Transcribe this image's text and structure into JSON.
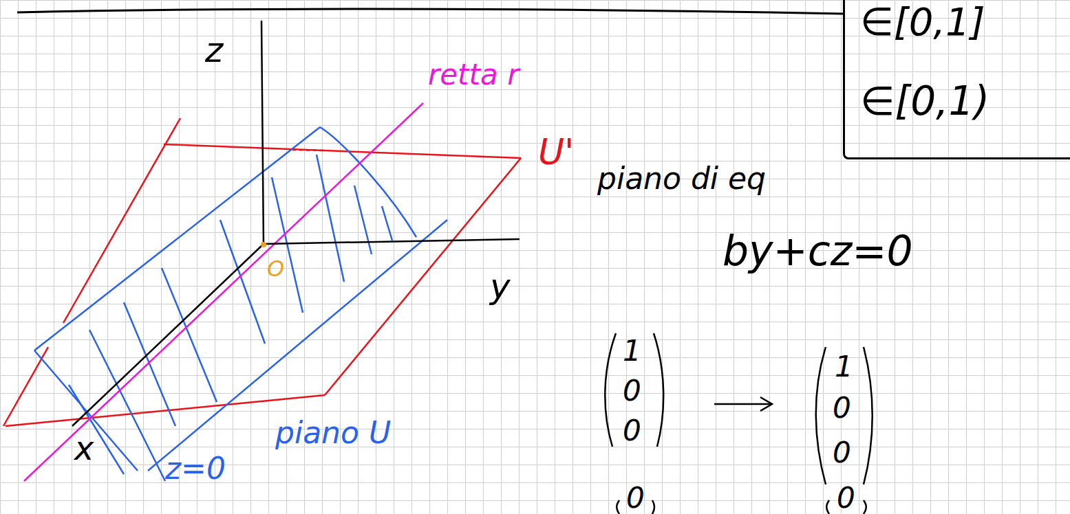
{
  "diagram": {
    "nodes": [
      {
        "text": [
          "∈[0,1]",
          "∈[0,1)"
        ]
      }
    ],
    "labels": [
      "z",
      "retta r",
      "U'",
      "piano di eq",
      "by+cz=0",
      "O",
      "y",
      "x",
      "z=0",
      "piano U",
      "1",
      "0",
      "0",
      "1",
      "0",
      "0",
      "0",
      "0"
    ]
  }
}
